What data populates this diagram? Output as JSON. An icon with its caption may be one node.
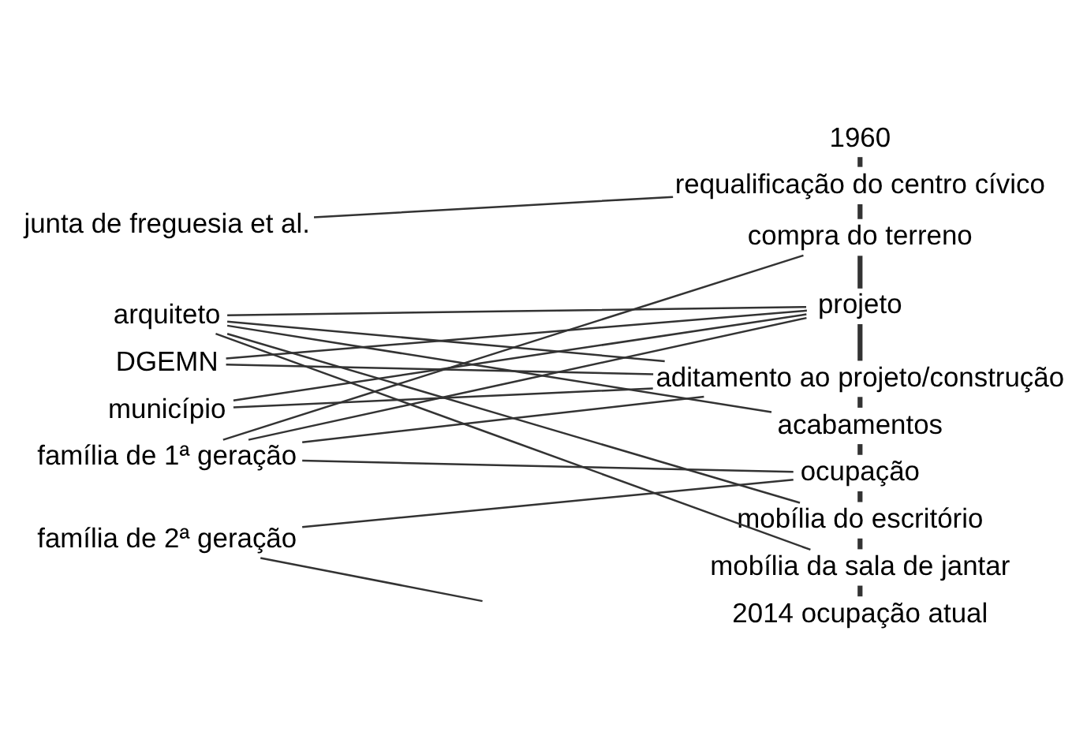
{
  "diagram": {
    "nodes": [
      {
        "text": [
          "1960"
        ]
      },
      {
        "text": [
          "junta de freguesia et al."
        ]
      },
      {
        "text": [
          "arquiteto"
        ]
      },
      {
        "text": [
          "DGEMN"
        ]
      },
      {
        "text": [
          "município"
        ]
      },
      {
        "text": [
          "família de 1ª geração"
        ]
      },
      {
        "text": [
          "família de 2ª geração"
        ]
      },
      {
        "text": [
          "requalificação do centro cívico"
        ]
      },
      {
        "text": [
          "compra do terreno"
        ]
      },
      {
        "text": [
          "projeto"
        ]
      },
      {
        "text": [
          "aditamento ao projeto/construção"
        ]
      },
      {
        "text": [
          "acabamentos"
        ]
      },
      {
        "text": [
          "ocupação"
        ]
      },
      {
        "text": [
          "mobília do escritório"
        ]
      },
      {
        "text": [
          "mobília da sala de jantar"
        ]
      },
      {
        "text": [
          "2014 ocupação atual"
        ]
      }
    ],
    "edges": [
      {
        "from": 0,
        "to": 7,
        "arrow": "none",
        "style": "dashed"
      },
      {
        "from": 7,
        "to": 8,
        "arrow": "none",
        "style": "thick"
      },
      {
        "from": 8,
        "to": 9,
        "arrow": "none",
        "style": "thick"
      },
      {
        "from": 9,
        "to": 10,
        "arrow": "none",
        "style": "thick"
      },
      {
        "from": 10,
        "to": 11,
        "arrow": "none",
        "style": "thick"
      },
      {
        "from": 11,
        "to": 12,
        "arrow": "none",
        "style": "thick"
      },
      {
        "from": 12,
        "to": 13,
        "arrow": "none",
        "style": "thick"
      },
      {
        "from": 13,
        "to": 14,
        "arrow": "none",
        "style": "thick"
      },
      {
        "from": 14,
        "to": 15,
        "arrow": "none",
        "style": "thick"
      },
      {
        "from": 1,
        "to": 7,
        "arrow": "none"
      },
      {
        "from": 2,
        "to": 9,
        "arrow": "none"
      },
      {
        "from": 2,
        "to": 10,
        "arrow": "none"
      },
      {
        "from": 2,
        "to": 11,
        "arrow": "none"
      },
      {
        "from": 2,
        "to": 13,
        "arrow": "none"
      },
      {
        "from": 2,
        "to": 14,
        "arrow": "none"
      },
      {
        "from": 3,
        "to": 9,
        "arrow": "none"
      },
      {
        "from": 3,
        "to": 10,
        "arrow": "none"
      },
      {
        "from": 4,
        "to": 9,
        "arrow": "none"
      },
      {
        "from": 4,
        "to": 10,
        "arrow": "none"
      },
      {
        "from": 5,
        "to": 8,
        "arrow": "none"
      },
      {
        "from": 5,
        "to": 9,
        "arrow": "none"
      },
      {
        "from": 5,
        "to": 10,
        "arrow": "none"
      },
      {
        "from": 5,
        "to": 12,
        "arrow": "none"
      },
      {
        "from": 6,
        "to": 12,
        "arrow": "none"
      },
      {
        "from": 6,
        "to": null,
        "arrow": "none"
      }
    ]
  }
}
